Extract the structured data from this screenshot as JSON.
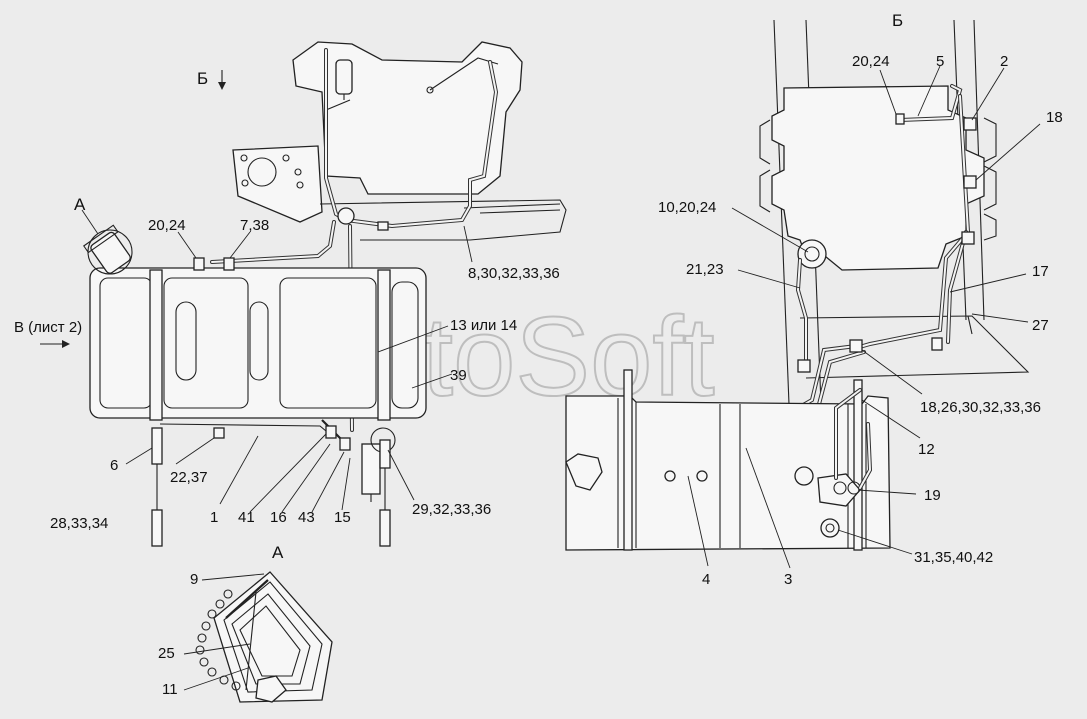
{
  "views": {
    "view_b_marker": "Б",
    "view_b_title": "Б",
    "view_a_marker": "А",
    "view_a_title": "А",
    "side_view": "В (лист 2)"
  },
  "watermark": "AutoSoft",
  "callouts": {
    "c_20_24_left": "20,24",
    "c_7_38": "7,38",
    "c_8_30": "8,30,32,33,36",
    "c_13_14": "13 или 14",
    "c_39": "39",
    "c_6": "6",
    "c_22_37": "22,37",
    "c_28_33_34": "28,33,34",
    "c_1": "1",
    "c_41": "41",
    "c_16": "16",
    "c_43": "43",
    "c_15": "15",
    "c_29_32": "29,32,33,36",
    "c_9": "9",
    "c_25": "25",
    "c_11": "11",
    "c_20_24_right": "20,24",
    "c_5": "5",
    "c_2": "2",
    "c_18": "18",
    "c_10_20_24": "10,20,24",
    "c_21_23": "21,23",
    "c_17": "17",
    "c_27": "27",
    "c_18_26": "18,26,30,32,33,36",
    "c_12": "12",
    "c_19": "19",
    "c_31_35": "31,35,40,42",
    "c_4": "4",
    "c_3": "3"
  }
}
